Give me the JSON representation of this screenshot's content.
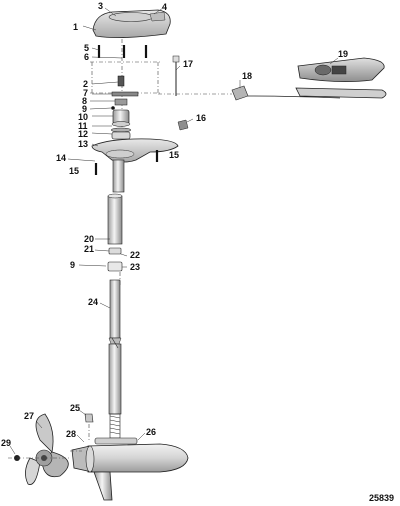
{
  "diagram": {
    "callouts": [
      "1",
      "3",
      "4",
      "5",
      "6",
      "2",
      "7",
      "8",
      "9",
      "10",
      "11",
      "12",
      "13",
      "14",
      "15",
      "15",
      "16",
      "17",
      "18",
      "19",
      "20",
      "21",
      "22",
      "9",
      "23",
      "24",
      "25",
      "26",
      "27",
      "28",
      "29"
    ],
    "document_number": "25839"
  }
}
